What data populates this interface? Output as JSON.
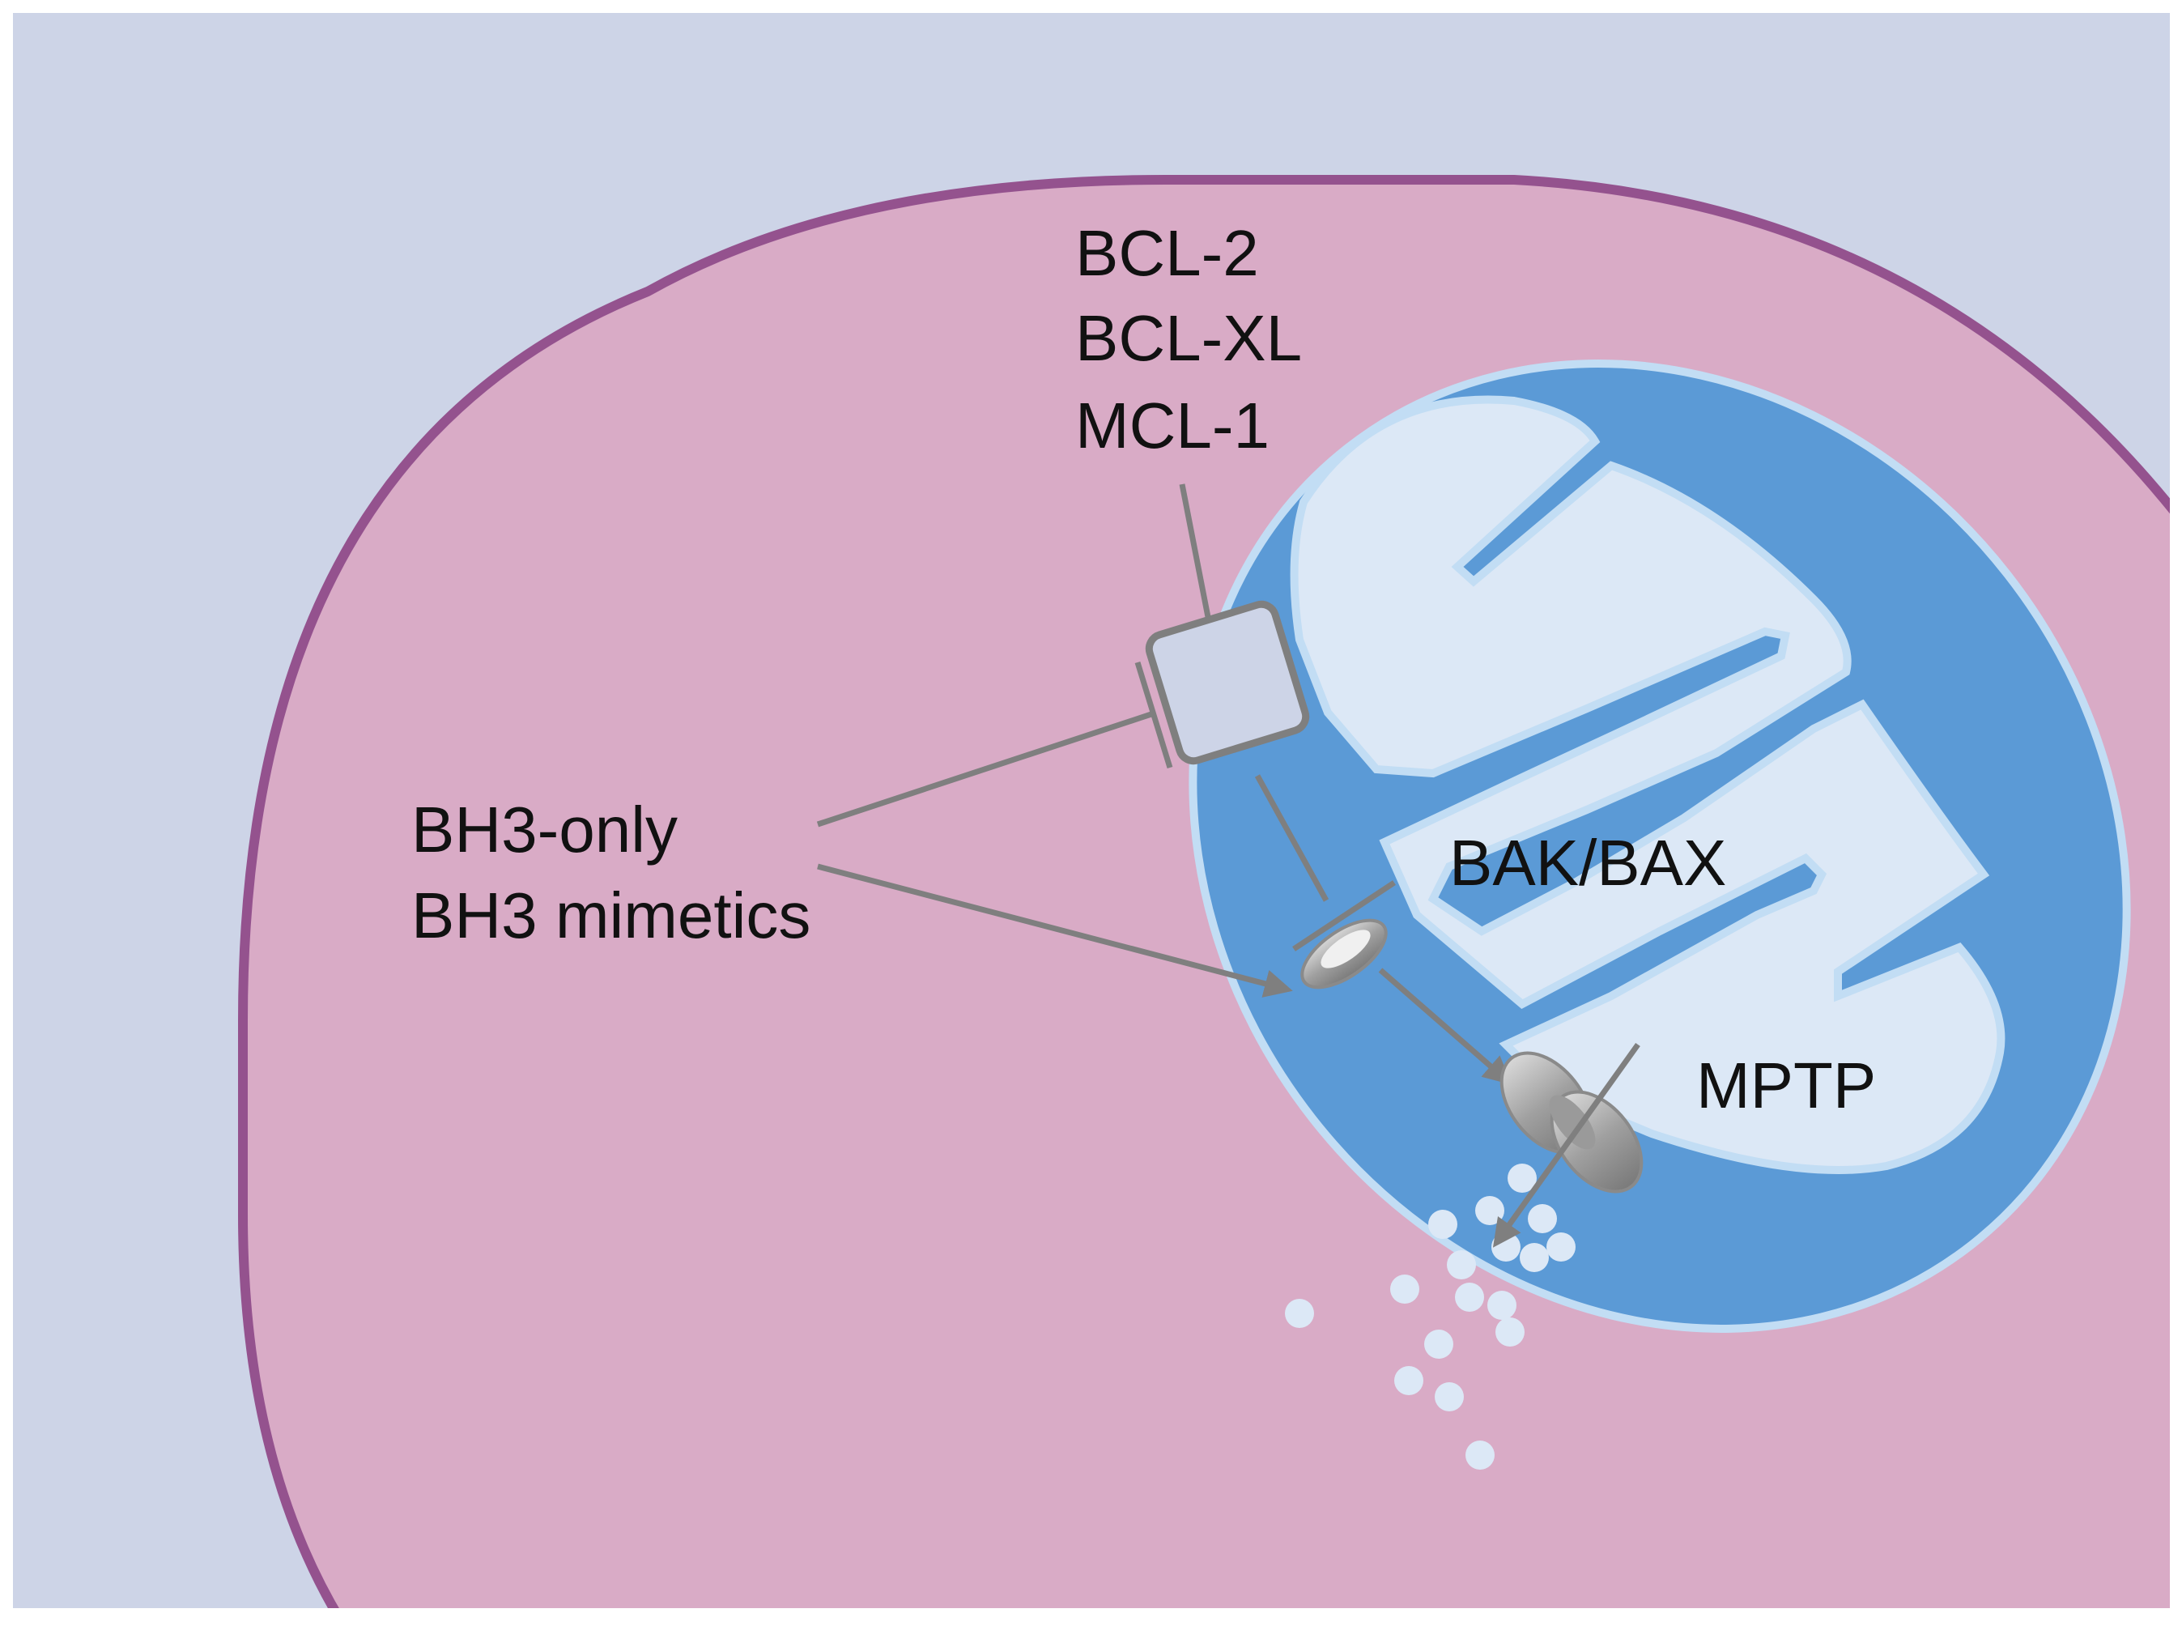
{
  "labels": {
    "anti_apoptotic": [
      "BCL-2",
      "BCL-XL",
      "MCL-1"
    ],
    "bh3": [
      "BH3-only",
      "BH3 mimetics"
    ],
    "pore": "BAK/BAX",
    "mptp": "MPTP"
  },
  "colors": {
    "background": "#CDD4E7",
    "cell": "#D9ABC6",
    "cell_membrane": "#94528E",
    "mito_outer": "#5B9AD6",
    "mito_edge": "#C2DDF4",
    "mito_matrix": "#DCE8F6",
    "protein_box": "#CDD4E7",
    "arrow": "#7F7F7F",
    "pore": "#A8A8A8",
    "released": "#DCE8F6"
  }
}
